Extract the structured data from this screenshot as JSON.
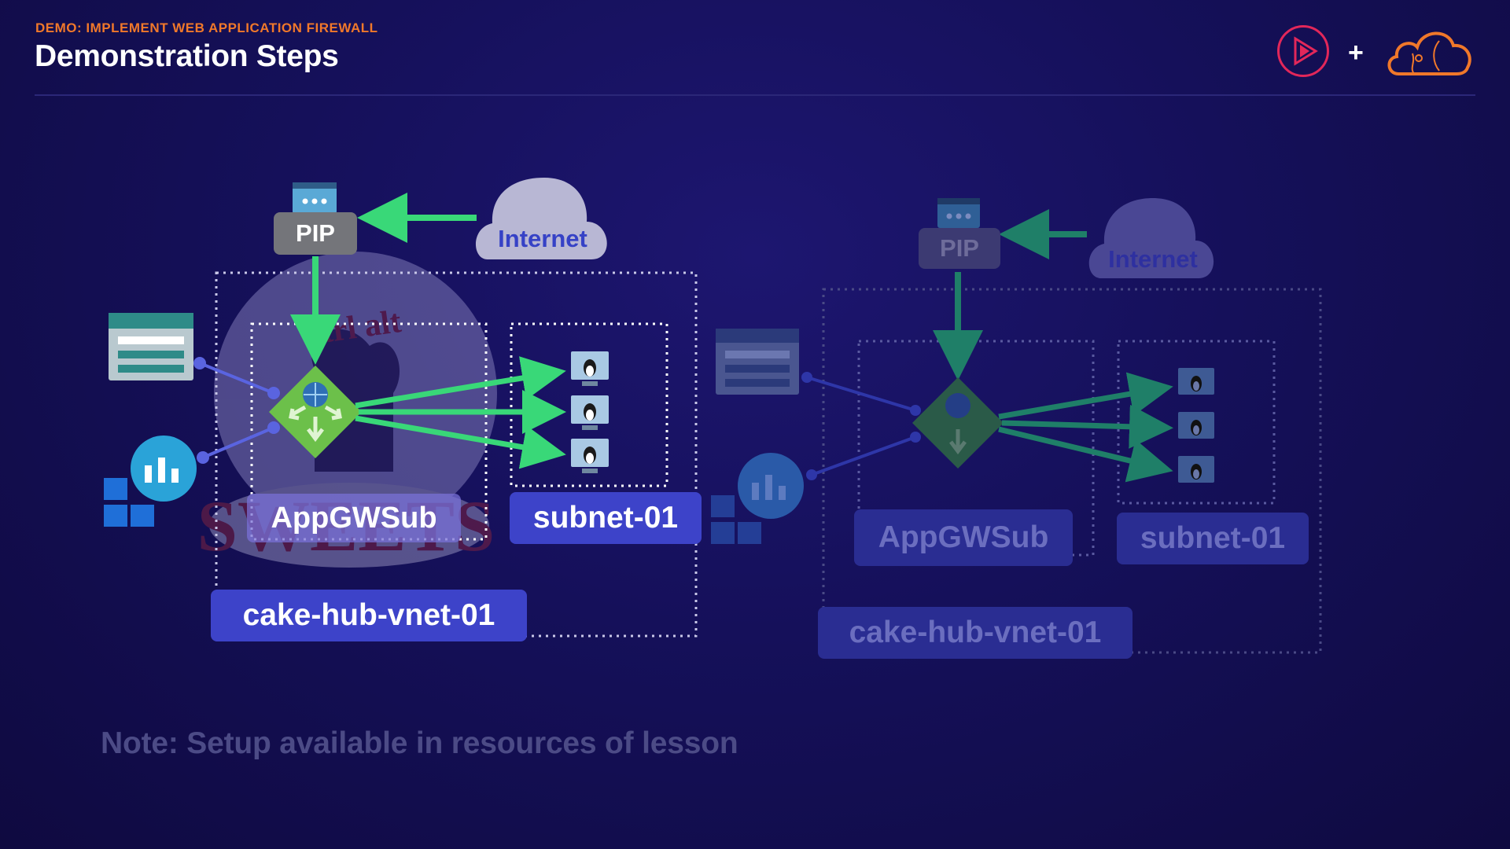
{
  "header": {
    "kicker": "DEMO: IMPLEMENT WEB APPLICATION FIREWALL",
    "title": "Demonstration Steps"
  },
  "brand": {
    "play_icon": "pluralsight-play-icon",
    "plus": "+",
    "cloud_icon": "cloud-logo-icon"
  },
  "diagram_left": {
    "pip": "PIP",
    "internet": "Internet",
    "appgw_subnet": "AppGWSub",
    "subnet": "subnet-01",
    "vnet": "cake-hub-vnet-01",
    "watermark": "ctrl alt SWEETS"
  },
  "diagram_right": {
    "pip": "PIP",
    "internet": "Internet",
    "appgw_subnet": "AppGWSub",
    "subnet": "subnet-01",
    "vnet": "cake-hub-vnet-01"
  },
  "note": "Note: Setup available in resources of lesson",
  "colors": {
    "accent_orange": "#f0782a",
    "brand_pink": "#e2275a",
    "arrow_green": "#39d878",
    "label_blue": "#3d43c9",
    "appgw_green": "#6cc04a"
  }
}
